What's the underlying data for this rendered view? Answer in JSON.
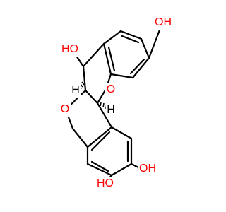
{
  "colors": {
    "bond": "#000000",
    "oxygen": "#ff0000",
    "hydrogen": "#000000",
    "background": "#ffffff"
  },
  "atoms": [
    {
      "id": "ho_top_right",
      "name": "hydroxyl-top-right",
      "label": "OH",
      "color": "oxygen"
    },
    {
      "id": "ho_left",
      "name": "hydroxyl-upper-left",
      "label": "HO",
      "color": "oxygen"
    },
    {
      "id": "h_upper",
      "name": "hydrogen-upper-stereocenter",
      "label": "H",
      "color": "hydrogen"
    },
    {
      "id": "o_ring_left",
      "name": "ring-oxygen-left",
      "label": "O",
      "color": "oxygen"
    },
    {
      "id": "o_ring_right",
      "name": "ring-oxygen-right",
      "label": "O",
      "color": "oxygen"
    },
    {
      "id": "h_lower",
      "name": "hydrogen-lower-stereocenter",
      "label": "H",
      "color": "hydrogen"
    },
    {
      "id": "oh_bottom_right",
      "name": "hydroxyl-bottom-right",
      "label": "OH",
      "color": "oxygen"
    },
    {
      "id": "ho_bottom_left",
      "name": "hydroxyl-bottom-left",
      "label": "HO",
      "color": "oxygen"
    }
  ]
}
